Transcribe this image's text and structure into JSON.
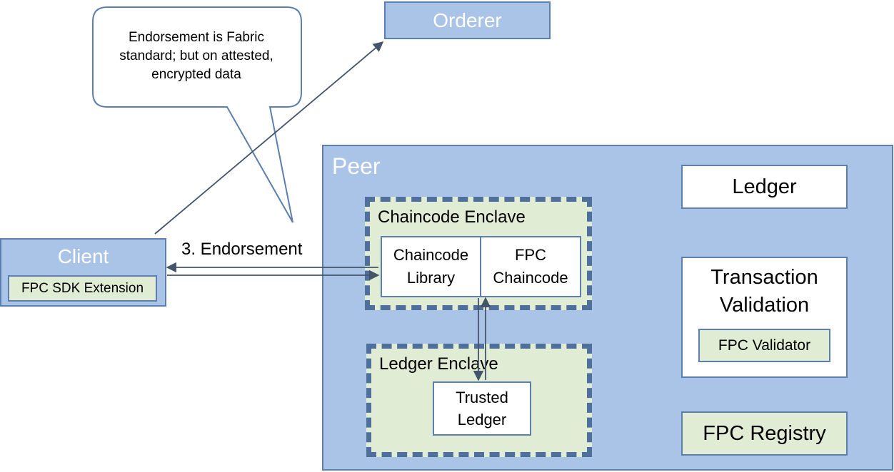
{
  "orderer": {
    "label": "Orderer"
  },
  "callout": {
    "text": "Endorsement is Fabric standard; but on attested, encrypted data"
  },
  "peer": {
    "label": "Peer"
  },
  "ledger": {
    "label": "Ledger"
  },
  "transaction_validation": {
    "label": "Transaction Validation",
    "validator_label": "FPC Validator"
  },
  "fpc_registry": {
    "label": "FPC Registry"
  },
  "chaincode_enclave": {
    "label": "Chaincode Enclave",
    "library_label": "Chaincode Library",
    "fpc_chaincode_label": "FPC Chaincode"
  },
  "ledger_enclave": {
    "label": "Ledger Enclave",
    "trusted_ledger_label": "Trusted Ledger"
  },
  "client": {
    "label": "Client",
    "sdk_extension_label": "FPC SDK Extension"
  },
  "endorsement_arrow": {
    "label": "3. Endorsement"
  },
  "colors": {
    "box_blue": "#a9c4e6",
    "border_blue": "#5b7fae",
    "enclave_green": "#e1ecd4",
    "arrow": "#44546a"
  }
}
